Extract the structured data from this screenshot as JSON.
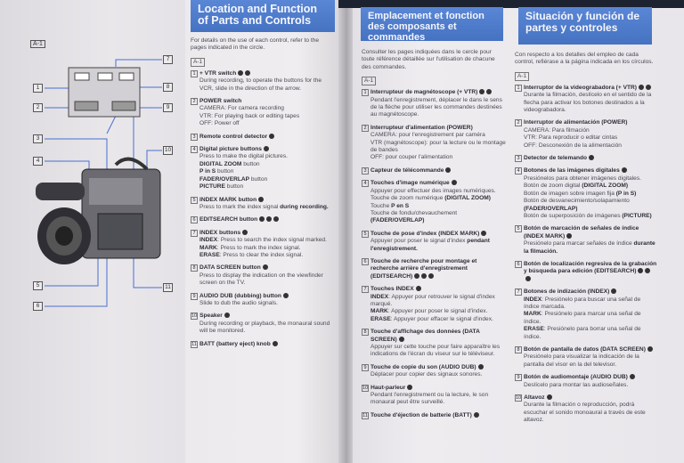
{
  "left_page": {
    "section": "A-1",
    "callouts": [
      "1",
      "2",
      "3",
      "4",
      "5",
      "6",
      "7",
      "8",
      "9",
      "10",
      "11"
    ]
  },
  "columns": [
    {
      "title": "Location and Function of Parts and Controls",
      "intro": "For details on the use of each control, refer to the pages indicated in the circle.",
      "section": "A-1",
      "items": [
        {
          "num": "1",
          "title": "+ VTR switch",
          "refs": 2,
          "body": [
            [
              {
                "t": "During recording, to operate the buttons for the VCR, slide in the direction of the arrow."
              }
            ]
          ]
        },
        {
          "num": "2",
          "title": "POWER switch",
          "refs": 0,
          "body": [
            [
              {
                "t": "CAMERA: For camera recording"
              }
            ],
            [
              {
                "t": "VTR: For playing back or editing tapes"
              }
            ],
            [
              {
                "t": "OFF: Power off"
              }
            ]
          ]
        },
        {
          "num": "3",
          "title": "Remote control detector",
          "refs": 1,
          "body": []
        },
        {
          "num": "4",
          "title": "Digital picture buttons",
          "refs": 1,
          "body": [
            [
              {
                "t": "Press to make the digital pictures."
              }
            ],
            [
              {
                "t": "DIGITAL ZOOM",
                "b": 1
              },
              {
                "t": " button"
              }
            ],
            [
              {
                "t": "P in S",
                "b": 1
              },
              {
                "t": " button"
              }
            ],
            [
              {
                "t": "FADER/OVERLAP",
                "b": 1
              },
              {
                "t": " button"
              }
            ],
            [
              {
                "t": "PICTURE",
                "b": 1
              },
              {
                "t": " button"
              }
            ]
          ]
        },
        {
          "num": "5",
          "title": "INDEX MARK button",
          "refs": 1,
          "body": [
            [
              {
                "t": "Press to mark the index signal "
              },
              {
                "t": "during recording.",
                "b": 1
              }
            ]
          ]
        },
        {
          "num": "6",
          "title": "EDITSEARCH button",
          "refs": 3,
          "body": []
        },
        {
          "num": "7",
          "title": "INDEX buttons",
          "refs": 1,
          "body": [
            [
              {
                "t": "INDEX",
                "b": 1
              },
              {
                "t": ": Press to search the index signal marked."
              }
            ],
            [
              {
                "t": "MARK",
                "b": 1
              },
              {
                "t": ": Press to mark the index signal."
              }
            ],
            [
              {
                "t": "ERASE",
                "b": 1
              },
              {
                "t": ": Press to clear the index signal."
              }
            ]
          ]
        },
        {
          "num": "8",
          "title": "DATA SCREEN button",
          "refs": 1,
          "body": [
            [
              {
                "t": "Press to display the indication on the viewfinder screen on the TV."
              }
            ]
          ]
        },
        {
          "num": "9",
          "title": "AUDIO DUB (dubbing) button",
          "refs": 1,
          "body": [
            [
              {
                "t": "Slide to dub the audio signals."
              }
            ]
          ]
        },
        {
          "num": "10",
          "title": "Speaker",
          "refs": 1,
          "body": [
            [
              {
                "t": "During recording or playback, the monaural sound will be monitored."
              }
            ]
          ]
        },
        {
          "num": "11",
          "title": "BATT (battery eject) knob",
          "refs": 1,
          "body": []
        }
      ]
    },
    {
      "title": "Emplacement et fonction des composants et commandes",
      "intro": "Consulter les pages indiquées dans le cercle pour toute référence détaillée sur l'utilisation de chacune des commandes.",
      "section": "A-1",
      "items": [
        {
          "num": "1",
          "title": "Interrupteur de magnétoscope (+ VTR)",
          "refs": 2,
          "body": [
            [
              {
                "t": "Pendant l'enregistrement, déplacer le dans le sens de la flèche pour utiliser les commandes destinées au magnétoscope."
              }
            ]
          ]
        },
        {
          "num": "2",
          "title": "Interrupteur d'alimentation (POWER)",
          "refs": 0,
          "body": [
            [
              {
                "t": "CAMERA: pour l'enregistrement par caméra"
              }
            ],
            [
              {
                "t": "VTR (magnétoscope): pour la lecture ou le montage de bandes"
              }
            ],
            [
              {
                "t": "OFF: pour couper l'alimentation"
              }
            ]
          ]
        },
        {
          "num": "3",
          "title": "Capteur de télécommande",
          "refs": 1,
          "body": []
        },
        {
          "num": "4",
          "title": "Touches d'image numérique",
          "refs": 1,
          "body": [
            [
              {
                "t": "Appuyer pour effectuer des images numériques."
              }
            ],
            [
              {
                "t": "Touche de zoom numérique "
              },
              {
                "t": "(DIGITAL ZOOM)",
                "b": 1
              }
            ],
            [
              {
                "t": "Touche "
              },
              {
                "t": "P en S",
                "b": 1
              }
            ],
            [
              {
                "t": "Touche de fondu/chevauchement "
              },
              {
                "t": "(FADER/OVERLAP)",
                "b": 1
              }
            ]
          ]
        },
        {
          "num": "5",
          "title": "Touche de pose d'index (INDEX MARK)",
          "refs": 1,
          "body": [
            [
              {
                "t": "Appuyer pour poser le signal d'index "
              },
              {
                "t": "pendant l'enregistrement.",
                "b": 1
              }
            ]
          ]
        },
        {
          "num": "6",
          "title": "Touche de recherche pour montage et recherche arrière d'enregistrement (EDITSEARCH)",
          "refs": 3,
          "body": []
        },
        {
          "num": "7",
          "title": "Touches INDEX",
          "refs": 1,
          "body": [
            [
              {
                "t": "INDEX",
                "b": 1
              },
              {
                "t": ": Appuyer pour retrouver le signal d'index marqué."
              }
            ],
            [
              {
                "t": "MARK",
                "b": 1
              },
              {
                "t": ": Appuyer pour poser le signal d'index."
              }
            ],
            [
              {
                "t": "ERASE",
                "b": 1
              },
              {
                "t": ": Appuyer pour effacer le signal d'index."
              }
            ]
          ]
        },
        {
          "num": "8",
          "title": "Touche d'affichage des données (DATA SCREEN)",
          "refs": 1,
          "body": [
            [
              {
                "t": "Appuyer sur cette touche pour faire apparaître les indications de l'écran du viseur sur le téléviseur."
              }
            ]
          ]
        },
        {
          "num": "9",
          "title": "Touche de copie du son (AUDIO DUB)",
          "refs": 1,
          "body": [
            [
              {
                "t": "Déplacer pour copier des signaux sonores."
              }
            ]
          ]
        },
        {
          "num": "10",
          "title": "Haut-parleur",
          "refs": 1,
          "body": [
            [
              {
                "t": "Pendant l'enregistrement ou la lecture, le son monaural peut être surveillé."
              }
            ]
          ]
        },
        {
          "num": "11",
          "title": "Touche d'éjection de batterie (BATT)",
          "refs": 1,
          "body": []
        }
      ]
    },
    {
      "title": "Situación y función de partes y controles",
      "intro": "Con respecto a los detalles del empleo de cada control, refiérase a la página indicada en los círculos.",
      "section": "A-1",
      "items": [
        {
          "num": "1",
          "title": "Interruptor de la videograbadora (+ VTR)",
          "refs": 2,
          "body": [
            [
              {
                "t": "Durante la filmación, deslícelo en el sentido de la flecha para activar los botones destinados a la videograbadora."
              }
            ]
          ]
        },
        {
          "num": "2",
          "title": "Interruptor de alimentación (POWER)",
          "refs": 0,
          "body": [
            [
              {
                "t": "CAMERA: Para filmación"
              }
            ],
            [
              {
                "t": "VTR: Para reproducir o editar cintas"
              }
            ],
            [
              {
                "t": "OFF: Desconexión de la alimentación"
              }
            ]
          ]
        },
        {
          "num": "3",
          "title": "Detector de telemando",
          "refs": 1,
          "body": []
        },
        {
          "num": "4",
          "title": "Botones de las imágenes digitales",
          "refs": 1,
          "body": [
            [
              {
                "t": "Presiónelos para obtener imágenes digitales."
              }
            ],
            [
              {
                "t": "Botón de zoom digital "
              },
              {
                "t": "(DIGITAL ZOOM)",
                "b": 1
              }
            ],
            [
              {
                "t": "Botón de imagen sobre imagen fija "
              },
              {
                "t": "(P in S)",
                "b": 1
              }
            ],
            [
              {
                "t": "Botón de desvanecimiento/solapamiento "
              },
              {
                "t": "(FADER/OVERLAP)",
                "b": 1
              }
            ],
            [
              {
                "t": "Botón de superposición de imágenes "
              },
              {
                "t": "(PICTURE)",
                "b": 1
              }
            ]
          ]
        },
        {
          "num": "5",
          "title": "Botón de marcación de señales de índice (INDEX MARK)",
          "refs": 1,
          "body": [
            [
              {
                "t": "Presiónelo para marcar señales de índice "
              },
              {
                "t": "durante la filmación.",
                "b": 1
              }
            ]
          ]
        },
        {
          "num": "6",
          "title": "Botón de localización regresiva de la grabación y búsqueda para edición (EDITSEARCH)",
          "refs": 3,
          "body": []
        },
        {
          "num": "7",
          "title": "Botones de indización (INDEX)",
          "refs": 1,
          "body": [
            [
              {
                "t": "INDEX",
                "b": 1
              },
              {
                "t": ": Presiónelo para buscar una señal de índice marcada."
              }
            ],
            [
              {
                "t": "MARK",
                "b": 1
              },
              {
                "t": ": Presiónelo para marcar una señal de índice."
              }
            ],
            [
              {
                "t": "ERASE",
                "b": 1
              },
              {
                "t": ": Presiónelo para borrar una señal de índice."
              }
            ]
          ]
        },
        {
          "num": "8",
          "title": "Botón de pantalla de datos (DATA SCREEN)",
          "refs": 1,
          "body": [
            [
              {
                "t": "Presiónelo para visualizar la indicación de la pantalla del visor en la del televisor."
              }
            ]
          ]
        },
        {
          "num": "9",
          "title": "Botón de audiomontaje (AUDIO DUB)",
          "refs": 1,
          "body": [
            [
              {
                "t": "Deslícelo para montar las audioseñales."
              }
            ]
          ]
        },
        {
          "num": "10",
          "title": "Altavoz",
          "refs": 1,
          "body": [
            [
              {
                "t": "Durante la filmación o reproducción, podrá escuchar el sonido monoaural a través de este altavoz."
              }
            ]
          ]
        }
      ]
    }
  ],
  "colors": {
    "header_blue": "#4a76c6",
    "text": "#4a4a55"
  }
}
